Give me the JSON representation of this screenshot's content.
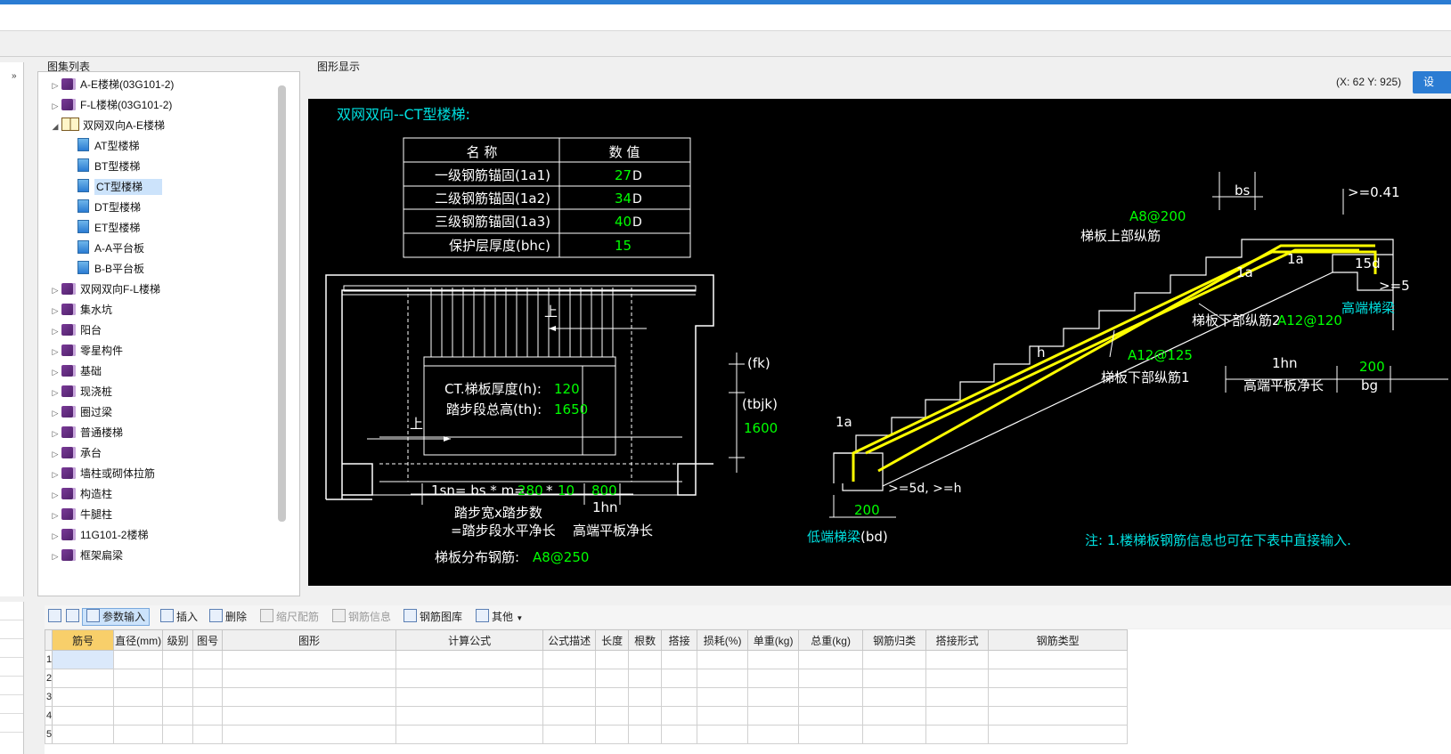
{
  "panels": {
    "tree_title": "图集列表",
    "canvas_title": "图形显示",
    "coord_readout": "(X: 62 Y: 925)",
    "blue_button_partial": "设"
  },
  "tree": [
    {
      "label": "A-E楼梯(03G101-2)",
      "level": 0,
      "expanded": false,
      "icon": "book-icon"
    },
    {
      "label": "F-L楼梯(03G101-2)",
      "level": 0,
      "expanded": false,
      "icon": "book-icon"
    },
    {
      "label": "双网双向A-E楼梯",
      "level": 0,
      "expanded": true,
      "icon": "open-book-icon"
    },
    {
      "label": "AT型楼梯",
      "level": 1,
      "icon": "page-icon"
    },
    {
      "label": "BT型楼梯",
      "level": 1,
      "icon": "page-icon"
    },
    {
      "label": "CT型楼梯",
      "level": 1,
      "icon": "page-icon",
      "selected": true
    },
    {
      "label": "DT型楼梯",
      "level": 1,
      "icon": "page-icon"
    },
    {
      "label": "ET型楼梯",
      "level": 1,
      "icon": "page-icon"
    },
    {
      "label": "A-A平台板",
      "level": 1,
      "icon": "page-icon"
    },
    {
      "label": "B-B平台板",
      "level": 1,
      "icon": "page-icon"
    },
    {
      "label": "双网双向F-L楼梯",
      "level": 0,
      "expanded": false,
      "icon": "book-icon"
    },
    {
      "label": "集水坑",
      "level": 0,
      "expanded": false,
      "icon": "book-icon"
    },
    {
      "label": "阳台",
      "level": 0,
      "expanded": false,
      "icon": "book-icon"
    },
    {
      "label": "零星构件",
      "level": 0,
      "expanded": false,
      "icon": "book-icon"
    },
    {
      "label": "基础",
      "level": 0,
      "expanded": false,
      "icon": "book-icon"
    },
    {
      "label": "现浇桩",
      "level": 0,
      "expanded": false,
      "icon": "book-icon"
    },
    {
      "label": "圈过梁",
      "level": 0,
      "expanded": false,
      "icon": "book-icon"
    },
    {
      "label": "普通楼梯",
      "level": 0,
      "expanded": false,
      "icon": "book-icon"
    },
    {
      "label": "承台",
      "level": 0,
      "expanded": false,
      "icon": "book-icon"
    },
    {
      "label": "墙柱或砌体拉筋",
      "level": 0,
      "expanded": false,
      "icon": "book-icon"
    },
    {
      "label": "构造柱",
      "level": 0,
      "expanded": false,
      "icon": "book-icon"
    },
    {
      "label": "牛腿柱",
      "level": 0,
      "expanded": false,
      "icon": "book-icon"
    },
    {
      "label": "11G101-2楼梯",
      "level": 0,
      "expanded": false,
      "icon": "book-icon"
    },
    {
      "label": "框架扁梁",
      "level": 0,
      "expanded": false,
      "icon": "book-icon"
    }
  ],
  "drawing": {
    "title": "双网双向--CT型楼梯:",
    "param_table": {
      "headers": [
        "名  称",
        "数  值"
      ],
      "rows": [
        {
          "name": "一级钢筋锚固(1a1)",
          "value": "27",
          "unit": "D"
        },
        {
          "name": "二级钢筋锚固(1a2)",
          "value": "34",
          "unit": "D"
        },
        {
          "name": "三级钢筋锚固(1a3)",
          "value": "40",
          "unit": "D"
        },
        {
          "name": "保护层厚度(bhc)",
          "value": "15",
          "unit": ""
        }
      ]
    },
    "plan": {
      "up1": "上",
      "up2": "上",
      "thickness_label": "CT.梯板厚度(h):",
      "thickness_value": "120",
      "height_label": "踏步段总高(th):",
      "height_value": "1650",
      "fk": "(fk)",
      "tbjk": "(tbjk)",
      "tbjk_value": "1600",
      "lsn_formula": "1sn= bs * m=",
      "bs_value": "280",
      "times": "*",
      "m_value": "10",
      "lhn_value": "800",
      "lhn_label": "1hn",
      "step_desc1": "踏步宽x踏步数",
      "step_desc2": "=踏步段水平净长",
      "high_platform_len": "高端平板净长",
      "dist_label": "梯板分布钢筋:",
      "dist_value": "A8@250"
    },
    "section": {
      "bs": "bs",
      "ge041": ">=0.41",
      "top_rebar_value": "A8@200",
      "top_rebar_label": "梯板上部纵筋",
      "la": "1a",
      "la2": "1a",
      "la3": "1a",
      "d15": "15d",
      "ge5": ">=5",
      "high_beam": "高端梯梁",
      "lower_rebar2_label": "梯板下部纵筋2",
      "lower_rebar2_value": "A12@120",
      "h": "h",
      "lower_rebar1_value": "A12@125",
      "lower_rebar1_label": "梯板下部纵筋1",
      "lhn": "1hn",
      "high_platform": "高端平板净长",
      "bg_value": "200",
      "bg": "bg",
      "ge5d": ">=5d, >=h",
      "bd_value": "200",
      "low_beam": "低端梯梁",
      "bd": "(bd)",
      "note": "注: 1.楼梯板钢筋信息也可在下表中直接输入."
    }
  },
  "toolbar": {
    "param_input": "参数输入",
    "insert": "插入",
    "delete": "删除",
    "scale_rebar": "缩尺配筋",
    "rebar_info": "钢筋信息",
    "rebar_lib": "钢筋图库",
    "other": "其他"
  },
  "grid": {
    "columns": [
      "筋号",
      "直径(mm)",
      "级别",
      "图号",
      "图形",
      "计算公式",
      "公式描述",
      "长度",
      "根数",
      "搭接",
      "损耗(%)",
      "单重(kg)",
      "总重(kg)",
      "钢筋归类",
      "搭接形式",
      "钢筋类型"
    ],
    "row_numbers": [
      "1",
      "2",
      "3",
      "4",
      "5"
    ]
  },
  "colors": {
    "accent": "#2b7cd3",
    "cad_cyan": "#00e0e0",
    "cad_green": "#00ff00",
    "cad_yellow": "#ffff00",
    "cad_white": "#ffffff"
  }
}
